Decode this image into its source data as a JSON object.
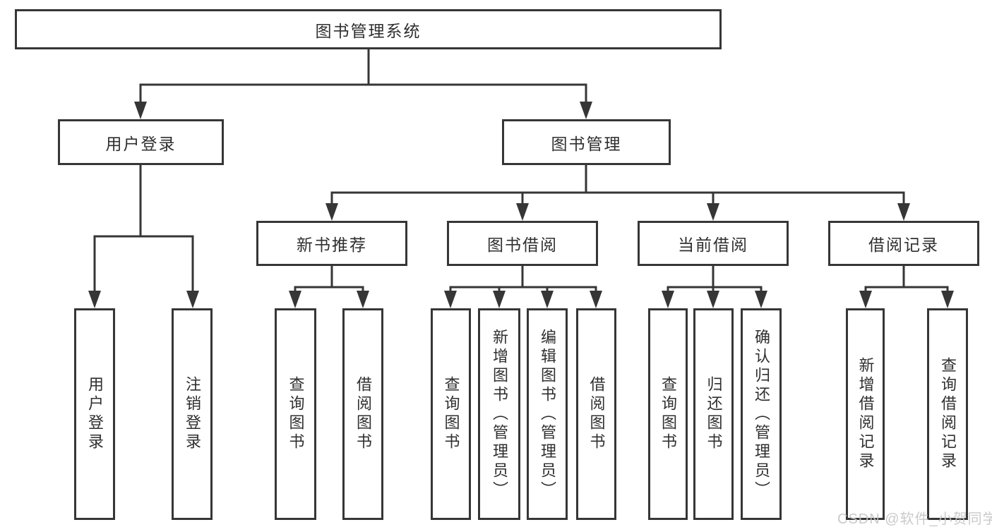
{
  "tree": {
    "root": {
      "label": "图书管理系统"
    },
    "branches": [
      {
        "label": "用户登录",
        "leaves": [
          "用户登录",
          "注销登录"
        ]
      },
      {
        "label": "图书管理",
        "groups": [
          {
            "label": "新书推荐",
            "leaves": [
              "查询图书",
              "借阅图书"
            ]
          },
          {
            "label": "图书借阅",
            "leaves": [
              "查询图书",
              "新增图书（管理员）",
              "编辑图书（管理员）",
              "借阅图书"
            ]
          },
          {
            "label": "当前借阅",
            "leaves": [
              "查询图书",
              "归还图书",
              "确认归还（管理员）"
            ]
          },
          {
            "label": "借阅记录",
            "leaves": [
              "新增借阅记录",
              "查询借阅记录"
            ]
          }
        ]
      }
    ]
  },
  "watermark": {
    "text": "CSDN @软件_小贺同学"
  },
  "colors": {
    "line": "#363636",
    "box_border": "#363636",
    "text": "#2f2f2f",
    "watermark": "#c6c6c8",
    "background": "#ffffff"
  }
}
